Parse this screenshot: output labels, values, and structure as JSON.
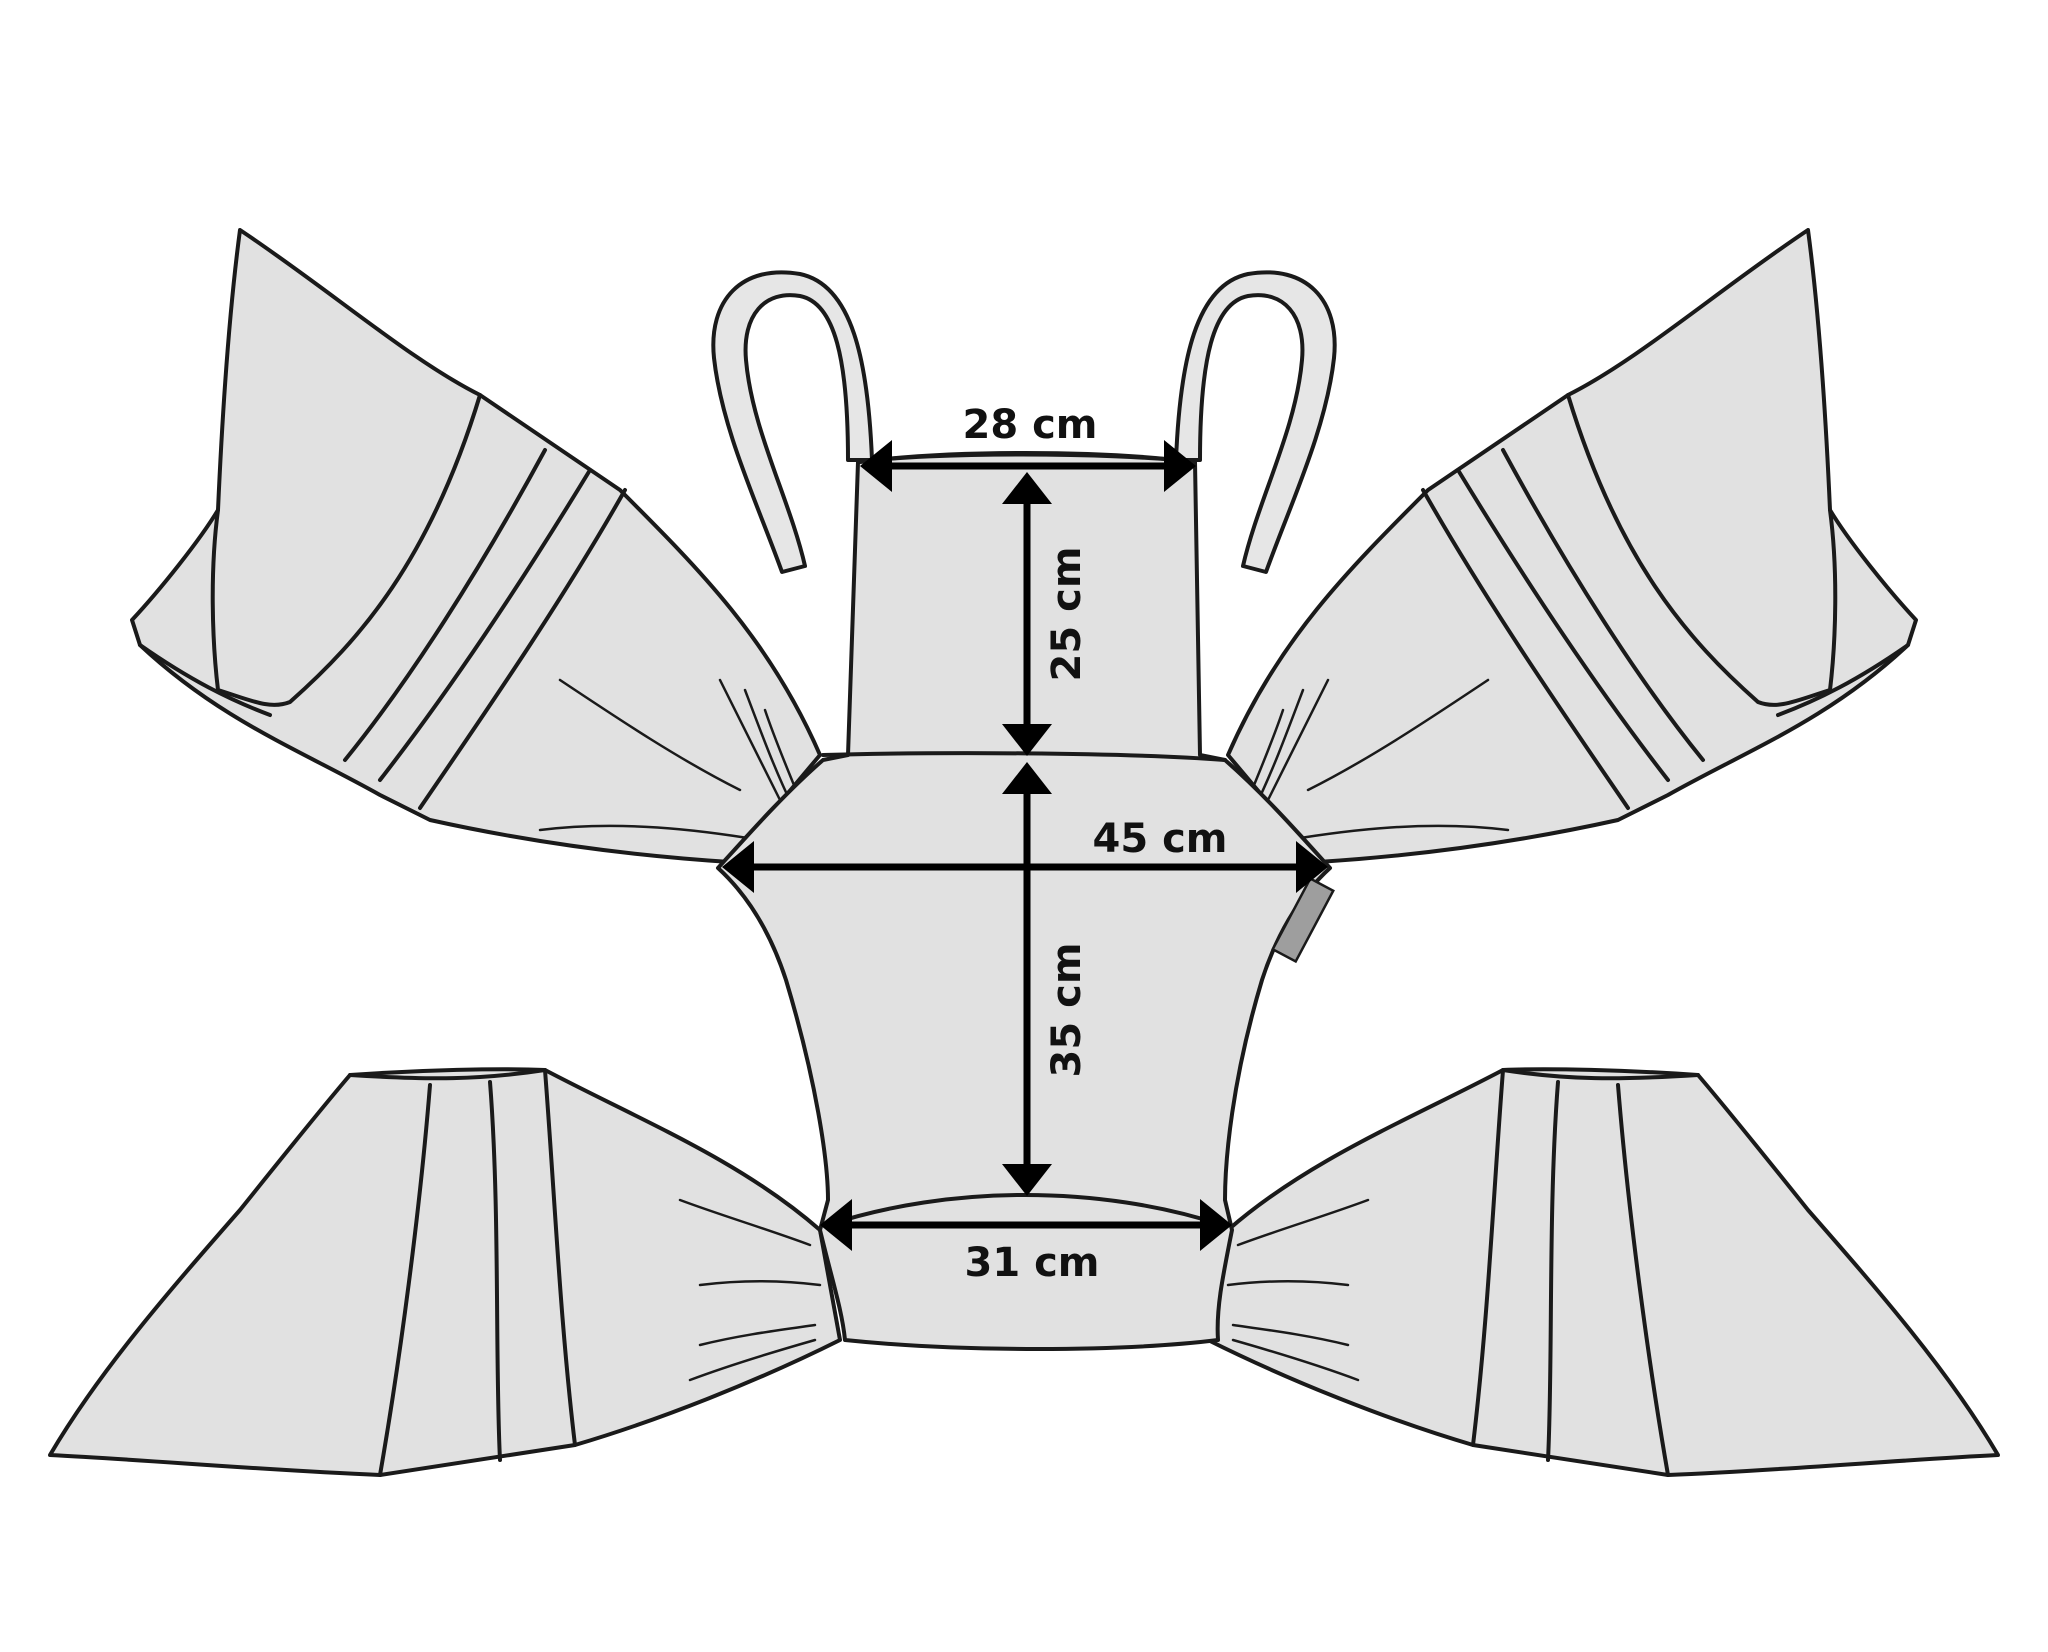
{
  "colors": {
    "fabric": "#e1e1e1",
    "outline": "#1a1a1a",
    "dimension": "#000000",
    "tag": "#9e9e9e"
  },
  "measurements": {
    "top_width": "28 cm",
    "upper_height": "25 cm",
    "waist_width": "45 cm",
    "lower_height": "35 cm",
    "bottom_width": "31 cm"
  }
}
